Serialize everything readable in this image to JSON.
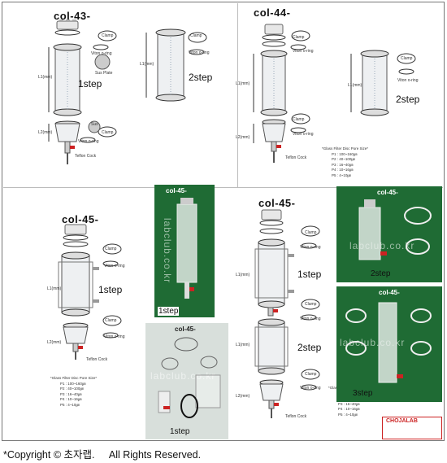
{
  "panels": {
    "col43": {
      "title": "col-43-",
      "step1": "1step",
      "step2": "2step"
    },
    "col44": {
      "title": "col-44-",
      "step2": "2step"
    },
    "col45a": {
      "title": "col-45-",
      "step1": "1step"
    },
    "col45b": {
      "title": "col-45-",
      "step1": "1step",
      "step2": "2step"
    }
  },
  "photos": {
    "p1": {
      "title": "col-45-",
      "step": "1step",
      "watermark": "labclub.co.kr"
    },
    "p2": {
      "title": "col-45-",
      "step": "1step",
      "watermark": "labclub.co.kr"
    },
    "p3": {
      "title": "col-45-",
      "step": "2step",
      "watermark": "labclub.co.kr"
    },
    "p4": {
      "title": "col-45-",
      "step": "3step",
      "watermark": "labclub.co.kr"
    }
  },
  "labels": {
    "clamp": "Clamp",
    "viton": "Viton o-ring",
    "sus_plate": "Sus Plate",
    "sus": "Sus",
    "teflon": "Teflon Cock",
    "L1": "L1(mm)",
    "L2": "L2(mm)"
  },
  "spec": {
    "heading": "*Glass Filter Disc Pore Size*",
    "lines": [
      "P1 : 100~160㎛",
      "P2 : 40~100㎛",
      "P3 : 16~40㎛",
      "P4 : 10~16㎛",
      "P5 : 4~10㎛"
    ]
  },
  "logo": {
    "name": "CHOJALAB"
  },
  "footer": {
    "copyright": "*Copyright © 초자랩.     All Rights Reserved."
  }
}
